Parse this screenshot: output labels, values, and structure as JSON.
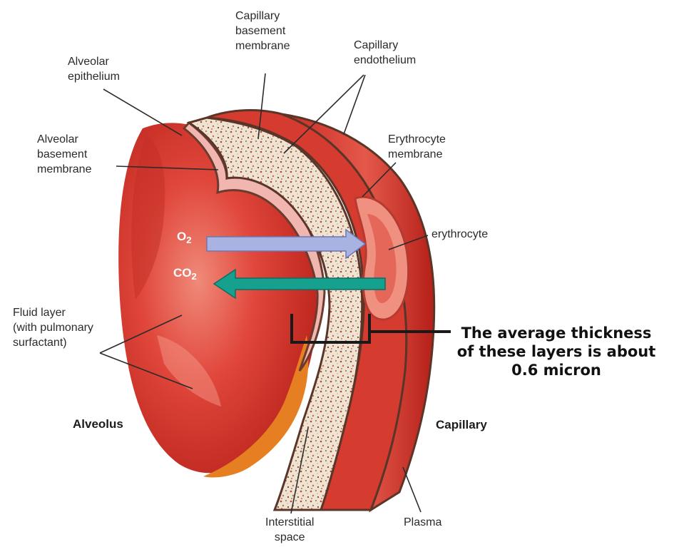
{
  "labels": {
    "capillary_basement_membrane": [
      "Capillary",
      "basement",
      "membrane"
    ],
    "capillary_endothelium": [
      "Capillary",
      "endothelium"
    ],
    "alveolar_epithelium": [
      "Alveolar",
      "epithelium"
    ],
    "alveolar_basement_membrane": [
      "Alveolar",
      "basement",
      "membrane"
    ],
    "erythrocyte_membrane": [
      "Erythrocyte",
      "membrane"
    ],
    "erythrocyte": "erythrocyte",
    "fluid_layer": [
      "Fluid layer",
      "(with pulmonary",
      "surfactant)"
    ],
    "alveolus": "Alveolus",
    "capillary": "Capillary",
    "interstitial_space": [
      "Interstitial",
      "space"
    ],
    "plasma": "Plasma"
  },
  "gases": {
    "o2": {
      "main": "O",
      "sub": "2"
    },
    "co2": {
      "main": "CO",
      "sub": "2"
    }
  },
  "note": [
    "The average thickness",
    "of these layers is about",
    "0.6 micron"
  ],
  "colors": {
    "alveolus": "#d9352b",
    "capillary": "#cc2a25",
    "interstitial": "#efe3d2",
    "membrane": "#f1b6b0",
    "o2_arrow": "#a9b3e2",
    "co2_arrow": "#16a08e",
    "orange_fluid": "#e67e22"
  }
}
